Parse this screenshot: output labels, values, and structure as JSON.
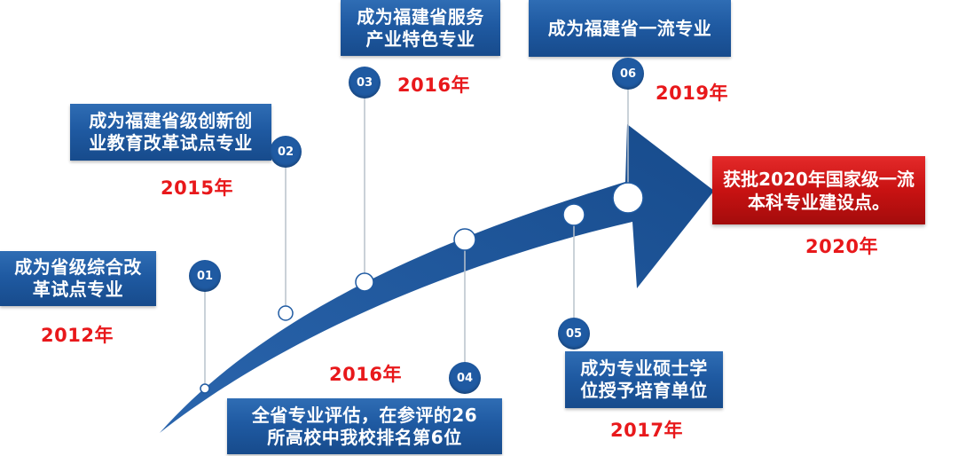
{
  "milestones": [
    {
      "badge": "01",
      "text": "成为省级综合改\n革试点专业",
      "year": "2012年"
    },
    {
      "badge": "02",
      "text": "成为福建省级创新创\n业教育改革试点专业",
      "year": "2015年"
    },
    {
      "badge": "03",
      "text": "成为福建省服务\n产业特色专业",
      "year": "2016年"
    },
    {
      "badge": "04",
      "text": "全省专业评估，在参评的26\n所高校中我校排名第6位",
      "year": "2016年"
    },
    {
      "badge": "05",
      "text": "成为专业硕士学\n位授予培育单位",
      "year": "2017年"
    },
    {
      "badge": "06",
      "text": "成为福建省一流专业",
      "year": "2019年"
    }
  ],
  "final": {
    "text": "获批2020年国家级一流\n本科专业建设点。",
    "year": "2020年"
  },
  "colors": {
    "arrow": "#1f5aa2",
    "box": "#1f5aa2",
    "final_box": "#c81212",
    "year": "#e8181b"
  }
}
